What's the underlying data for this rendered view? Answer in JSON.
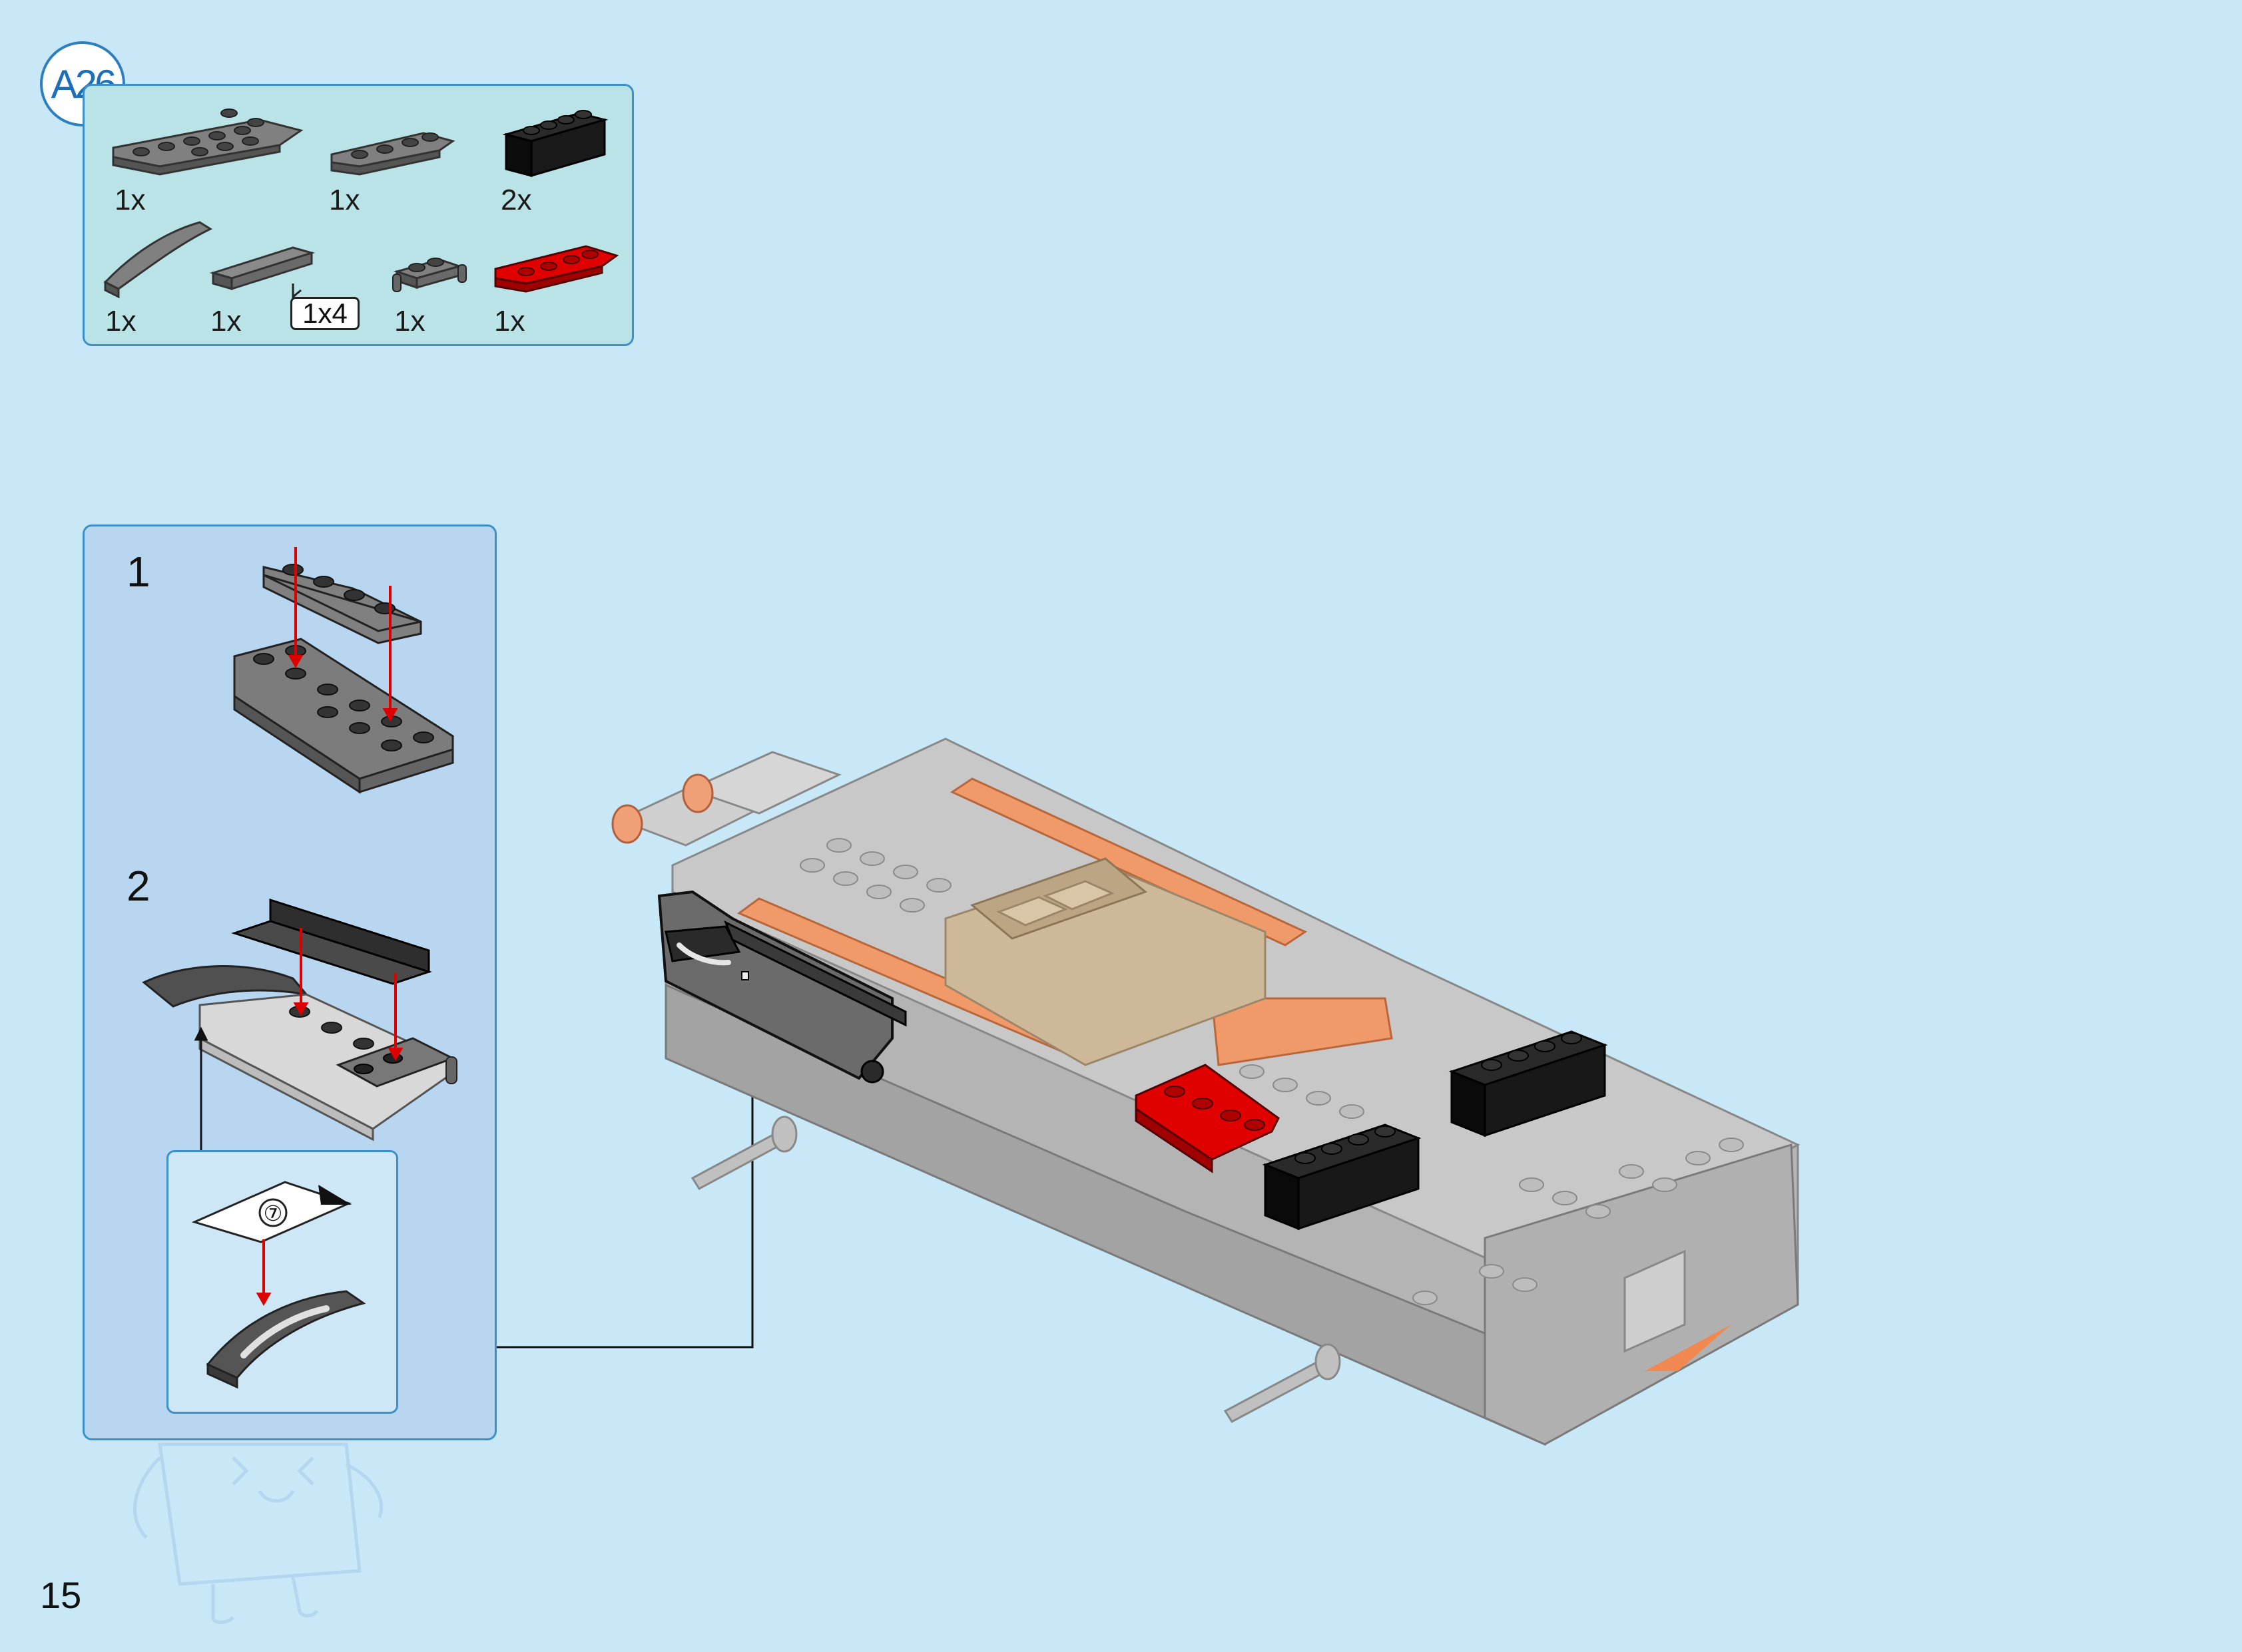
{
  "step": {
    "label": "A26"
  },
  "parts": {
    "items": [
      {
        "qty": "1x",
        "icon": "wedge-plate-4x6-dark-gray-icon",
        "color": "#7a7a7a"
      },
      {
        "qty": "1x",
        "icon": "wedge-plate-2x4-dark-gray-icon",
        "color": "#7a7a7a"
      },
      {
        "qty": "2x",
        "icon": "brick-1x4-black-icon",
        "color": "#111111"
      },
      {
        "qty": "1x",
        "icon": "curved-slope-dark-gray-icon",
        "color": "#7a7a7a"
      },
      {
        "qty": "1x",
        "icon": "tile-1x4-dark-gray-icon",
        "color": "#7a7a7a"
      },
      {
        "qty": "1x",
        "icon": "plate-with-bar-dark-gray-icon",
        "color": "#7a7a7a"
      },
      {
        "qty": "1x",
        "icon": "wedge-plate-red-icon",
        "color": "#d40000"
      }
    ],
    "tile_length": "1x4"
  },
  "substeps": [
    {
      "number": "1"
    },
    {
      "number": "2"
    }
  ],
  "sticker": {
    "number": "⑦"
  },
  "page": {
    "number": "15"
  },
  "colors": {
    "accent": "#3d8fc8",
    "background": "#c8e8f8",
    "red": "#d40000",
    "orange": "#f09a6a"
  }
}
